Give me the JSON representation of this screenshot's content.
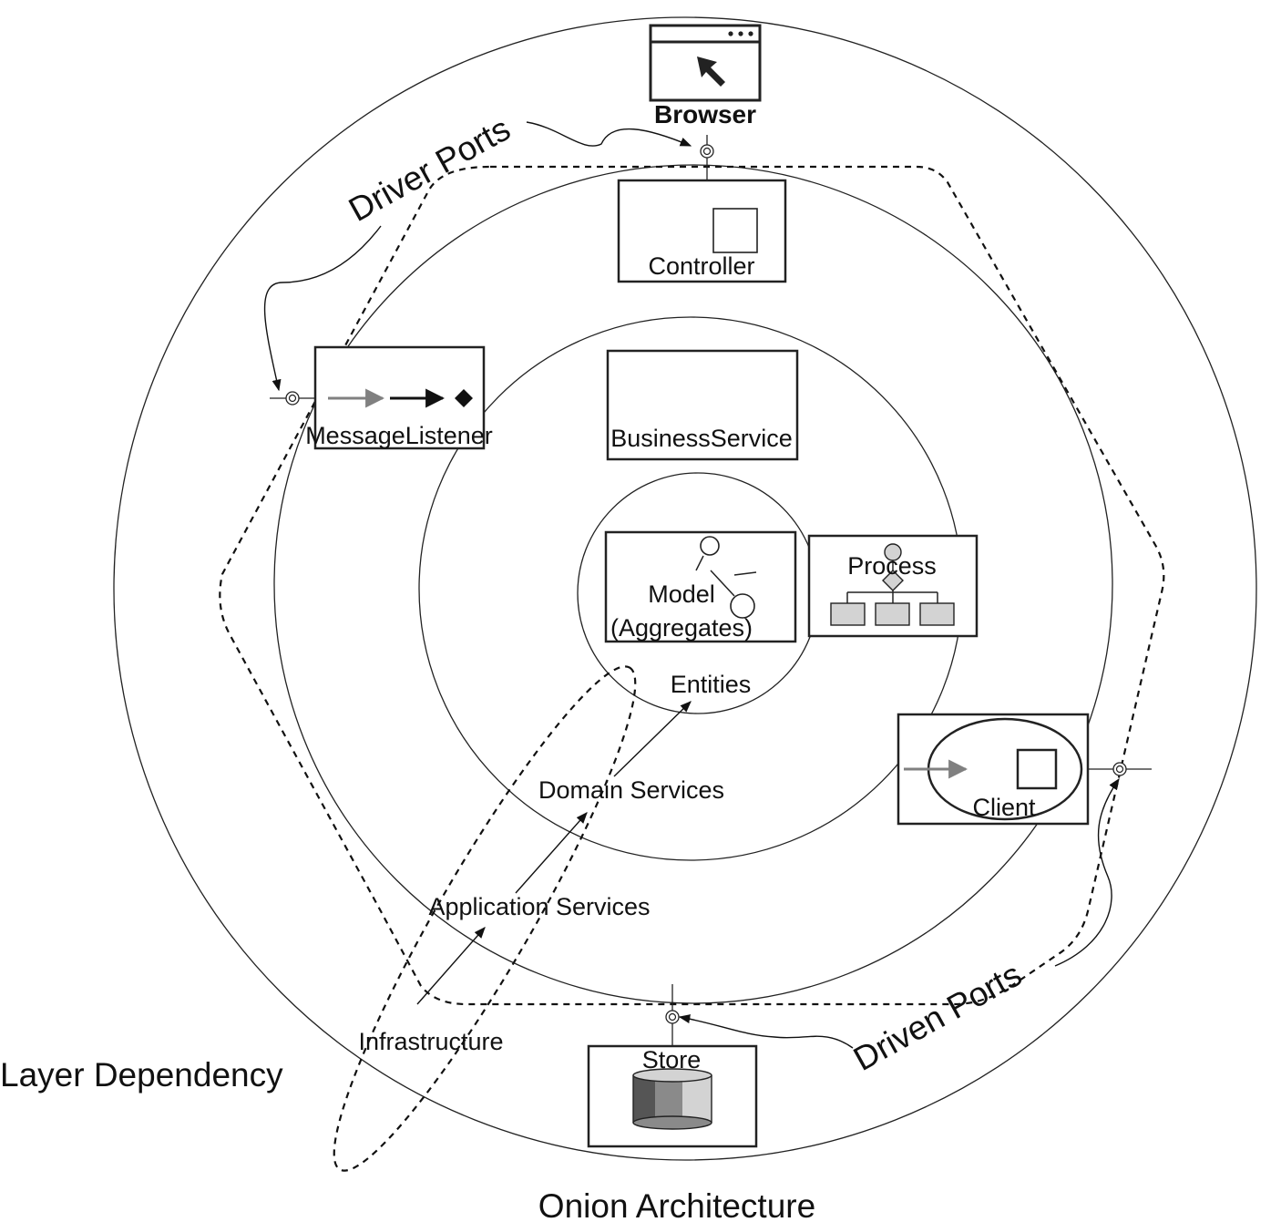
{
  "title": "Onion Architecture",
  "layers": {
    "infrastructure": "Infrastructure",
    "application_services": "Application Services",
    "domain_services": "Domain Services",
    "entities": "Entities"
  },
  "components": {
    "browser": "Browser",
    "controller": "Controller",
    "message_listener": "MessageListener",
    "business_service": "BusinessService",
    "model_line1": "Model",
    "model_line2": "(Aggregates)",
    "process": "Process",
    "client": "Client",
    "store": "Store"
  },
  "annotations": {
    "driver_ports": "Driver Ports",
    "driven_ports": "Driven Ports",
    "layer_dependency": "Layer Dependency"
  },
  "colors": {
    "stroke": "#222222",
    "shape_gray": "#d3d3d3",
    "arrow_gray": "#808080"
  }
}
